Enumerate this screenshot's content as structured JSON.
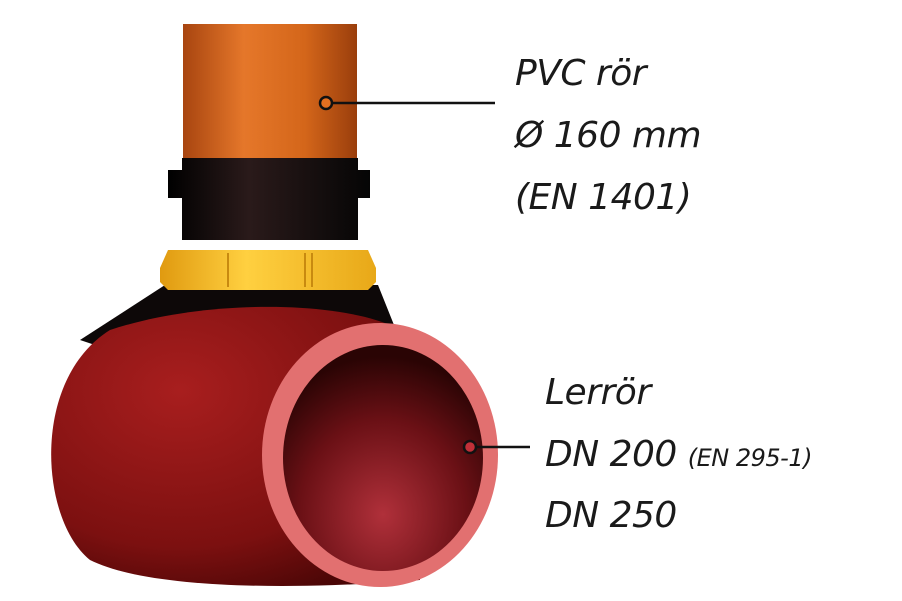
{
  "pvc_label": {
    "line1": "PVC rör",
    "line2": "Ø 160 mm",
    "line3": "(EN 1401)"
  },
  "clay_label": {
    "line1": "Lerrör",
    "line2": "DN 200",
    "line2_note": "(EN 295-1)",
    "line3": "DN 250"
  },
  "colors": {
    "pvc": "#d4661a",
    "coupling": "#111111",
    "ring": "#f2b71c",
    "clay_pipe": "#8c1414",
    "clay_rim": "#e57372"
  }
}
